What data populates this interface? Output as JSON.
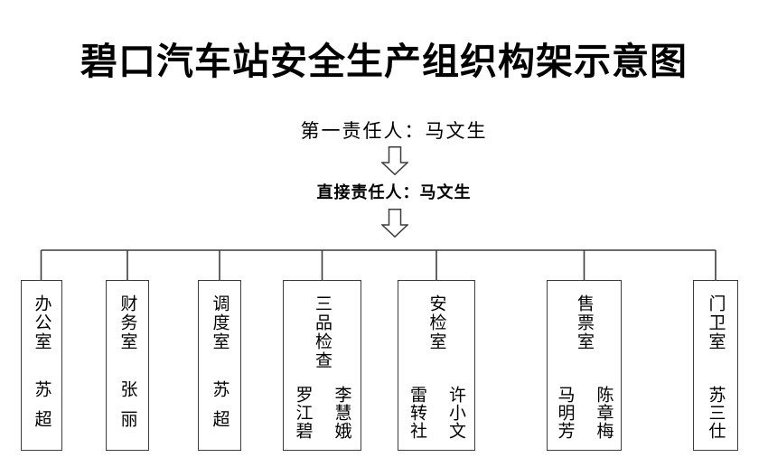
{
  "title": "碧口汽车站安全生产组织构架示意图",
  "hierarchy": {
    "first_responsible": "第一责任人：马文生",
    "direct_responsible": "直接责任人：马文生"
  },
  "icons": {
    "flow_arrow": "hollow-double-down-arrow"
  },
  "style": {
    "line_color": "#3d3d3d",
    "text_color": "#000000",
    "background": "#ffffff"
  },
  "boxes": [
    {
      "title": "办公室",
      "names": [
        "苏超"
      ]
    },
    {
      "title": "财务室",
      "names": [
        "张丽"
      ]
    },
    {
      "title": "调度室",
      "names": [
        "苏超"
      ]
    },
    {
      "title": "三品检查",
      "names": [
        "李慧娥",
        "罗江碧"
      ]
    },
    {
      "title": "安检室",
      "names": [
        "许小文",
        "雷转社"
      ]
    },
    {
      "title": "售票室",
      "names": [
        "陈章梅",
        "马明芳"
      ]
    },
    {
      "title": "门卫室",
      "names": [
        "苏三仕"
      ]
    }
  ]
}
